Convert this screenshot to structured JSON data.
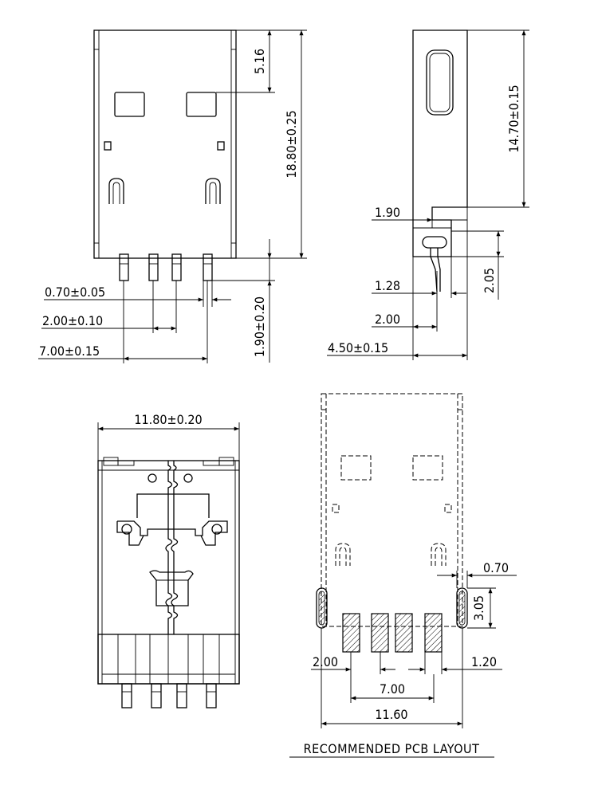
{
  "front_view": {
    "dim_top_to_window": "5.16",
    "dim_overall_length": "18.80±0.25",
    "dim_pin_width": "0.70±0.05",
    "dim_pin_pitch": "2.00±0.10",
    "dim_outer_pin_span": "7.00±0.15",
    "dim_pin_length": "1.90±0.20"
  },
  "side_view": {
    "dim_body_height": "14.70±0.15",
    "dim_step": "1.90",
    "dim_slot_height": "2.05",
    "dim_lead": "1.28",
    "dim_lead_offset": "2.00",
    "dim_thickness": "4.50±0.15"
  },
  "rear_view": {
    "dim_width": "11.80±0.20"
  },
  "pcb_layout": {
    "title": "RECOMMENDED PCB LAYOUT",
    "dim_slot_width": "0.70",
    "dim_slot_length": "3.05",
    "dim_pad_pitch": "2.00",
    "dim_pad_width": "1.20",
    "dim_pad_span": "7.00",
    "dim_slot_span": "11.60"
  }
}
